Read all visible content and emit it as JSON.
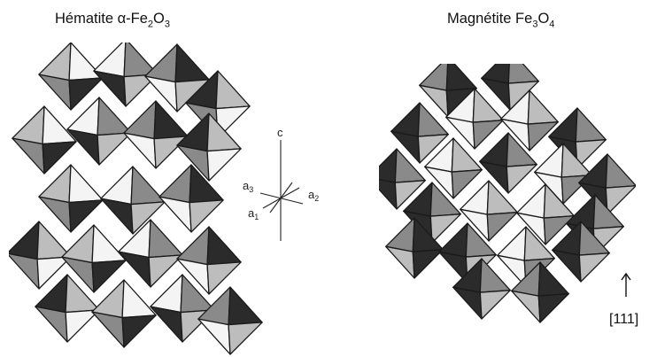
{
  "left": {
    "title_prefix": "Hématite α-Fe",
    "sub1": "2",
    "title_mid": "O",
    "sub2": "3"
  },
  "right": {
    "title_prefix": "Magnétite Fe",
    "sub1": "3",
    "title_mid": "O",
    "sub2": "4",
    "direction_label": "[111]"
  },
  "axes": {
    "c": "c",
    "a1": "a",
    "a1_sub": "1",
    "a2": "a",
    "a2_sub": "2",
    "a3": "a",
    "a3_sub": "3"
  },
  "colors": {
    "white_face": "#f4f4f4",
    "light_face": "#bdbdbd",
    "mid_face": "#8a8a8a",
    "dark_face": "#2b2b2b",
    "edge": "#1a1a1a"
  }
}
